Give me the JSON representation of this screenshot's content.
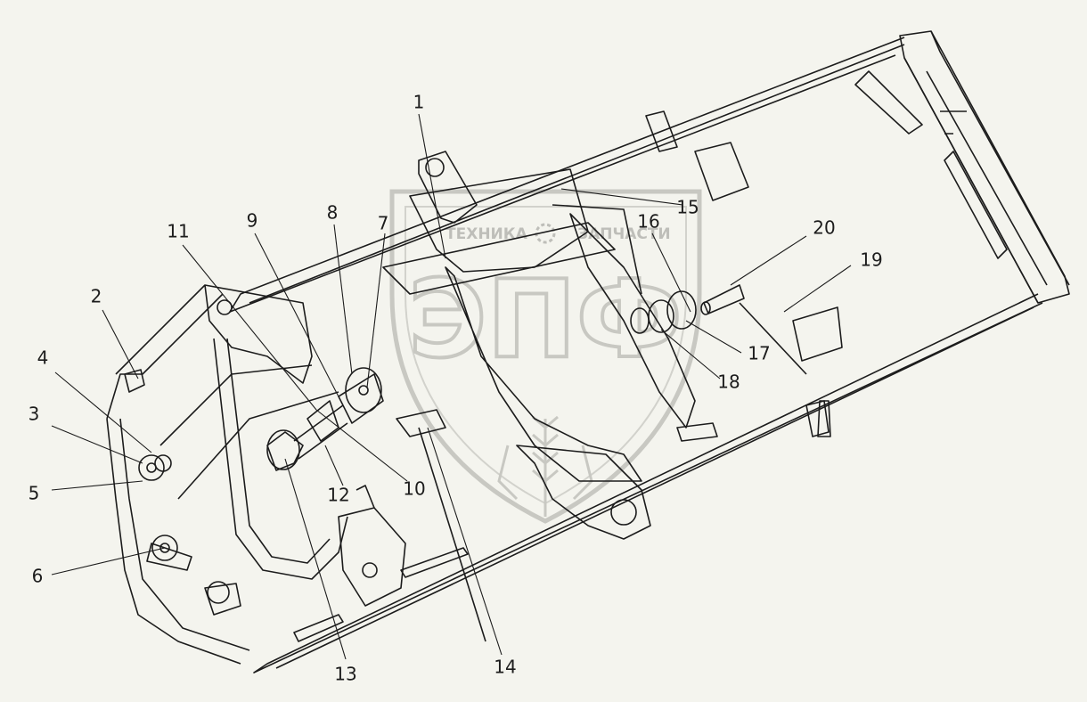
{
  "figure": {
    "background": "#f4f4ee",
    "line_color": "#1c1c1c",
    "watermark_color": "#b9b9b4"
  },
  "watermark": {
    "left_text": "ТЕХНИКА",
    "right_text": "ЗАПЧАСТИ",
    "logo_text": "ЭПФ"
  },
  "callouts": [
    "1",
    "2",
    "3",
    "4",
    "5",
    "6",
    "7",
    "8",
    "9",
    "10",
    "11",
    "12",
    "13",
    "14",
    "15",
    "16",
    "17",
    "18",
    "19",
    "20"
  ]
}
